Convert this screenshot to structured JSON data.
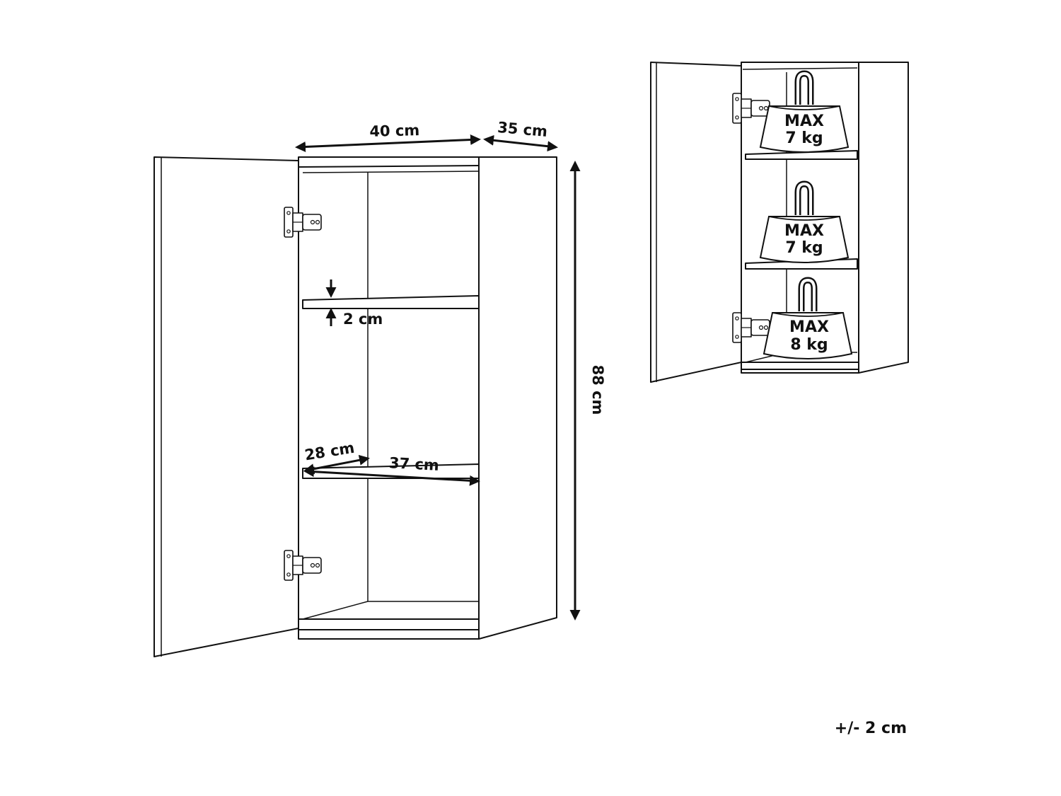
{
  "dimensions": {
    "width": "40 cm",
    "depth": "35 cm",
    "height": "88 cm",
    "shelf_thickness": "2 cm",
    "shelf_depth": "28 cm",
    "shelf_width": "37 cm"
  },
  "loads": [
    {
      "max": "MAX",
      "weight": "7 kg"
    },
    {
      "max": "MAX",
      "weight": "7 kg"
    },
    {
      "max": "MAX",
      "weight": "8 kg"
    }
  ],
  "tolerance": "+/- 2 cm",
  "colors": {
    "line": "#111111",
    "fill": "#ffffff"
  }
}
